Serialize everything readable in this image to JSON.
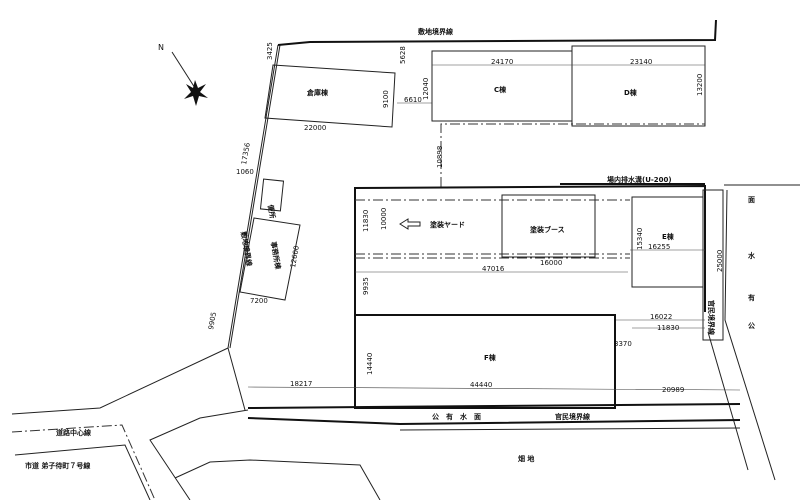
{
  "buildings": {
    "warehouse": "倉庫棟",
    "c": "C棟",
    "d": "D棟",
    "e": "E棟",
    "f": "F棟",
    "office": "事務所棟",
    "toilet": "便所",
    "paint_yard": "塗装ヤード",
    "paint_booth": "塗装ブース"
  },
  "lines": {
    "site_boundary_top": "敷地境界線",
    "site_boundary_left": "敷地境界線",
    "drain": "場内排水溝(U-200)",
    "public_private_boundary_right": "官民境界線",
    "public_private_boundary_bottom": "官民境界線",
    "road_centerline": "道路中心線"
  },
  "areas": {
    "public_water_bottom": "公　有　水　面",
    "public_water_right": [
      "面",
      "水",
      "有",
      "公"
    ],
    "city_road": "市道 弟子待町７号線",
    "field": "畑 地"
  },
  "north": "N",
  "dimensions": {
    "d3425": "3425",
    "d5628": "5628",
    "d9100": "9100",
    "d22000": "22000",
    "d6610": "6610",
    "d12040": "12040",
    "d24170": "24170",
    "d23140": "23140",
    "d13200": "13200",
    "d10898": "10898",
    "d17356": "17356",
    "d1060": "1060",
    "d12600": "12600",
    "d7200": "7200",
    "d9905": "9905",
    "d11830a": "11830",
    "d10000": "10000",
    "d16000": "16000",
    "d47016": "47016",
    "d9935": "9935",
    "d15340": "15340",
    "d16255": "16255",
    "d25000": "25000",
    "d16022": "16022",
    "d11830b": "11830",
    "d3370": "3370",
    "d14440": "14440",
    "d18217": "18217",
    "d44440": "44440",
    "d20989": "20989"
  }
}
